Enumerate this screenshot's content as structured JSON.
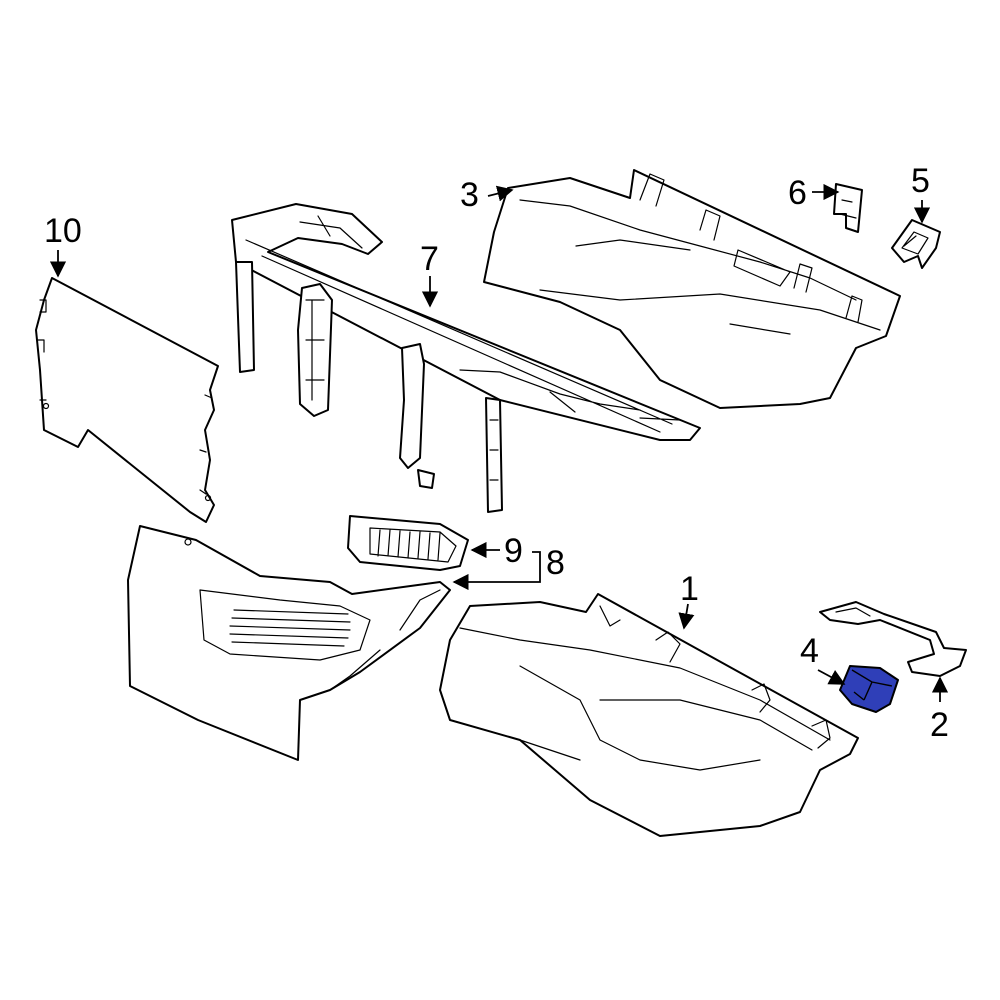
{
  "diagram": {
    "highlight_color": "#2f3fb8",
    "line_color": "#000000",
    "background_color": "#ffffff",
    "callouts": {
      "c1": "1",
      "c2": "2",
      "c3": "3",
      "c4": "4",
      "c5": "5",
      "c6": "6",
      "c7": "7",
      "c8": "8",
      "c9": "9",
      "c10": "10"
    }
  }
}
